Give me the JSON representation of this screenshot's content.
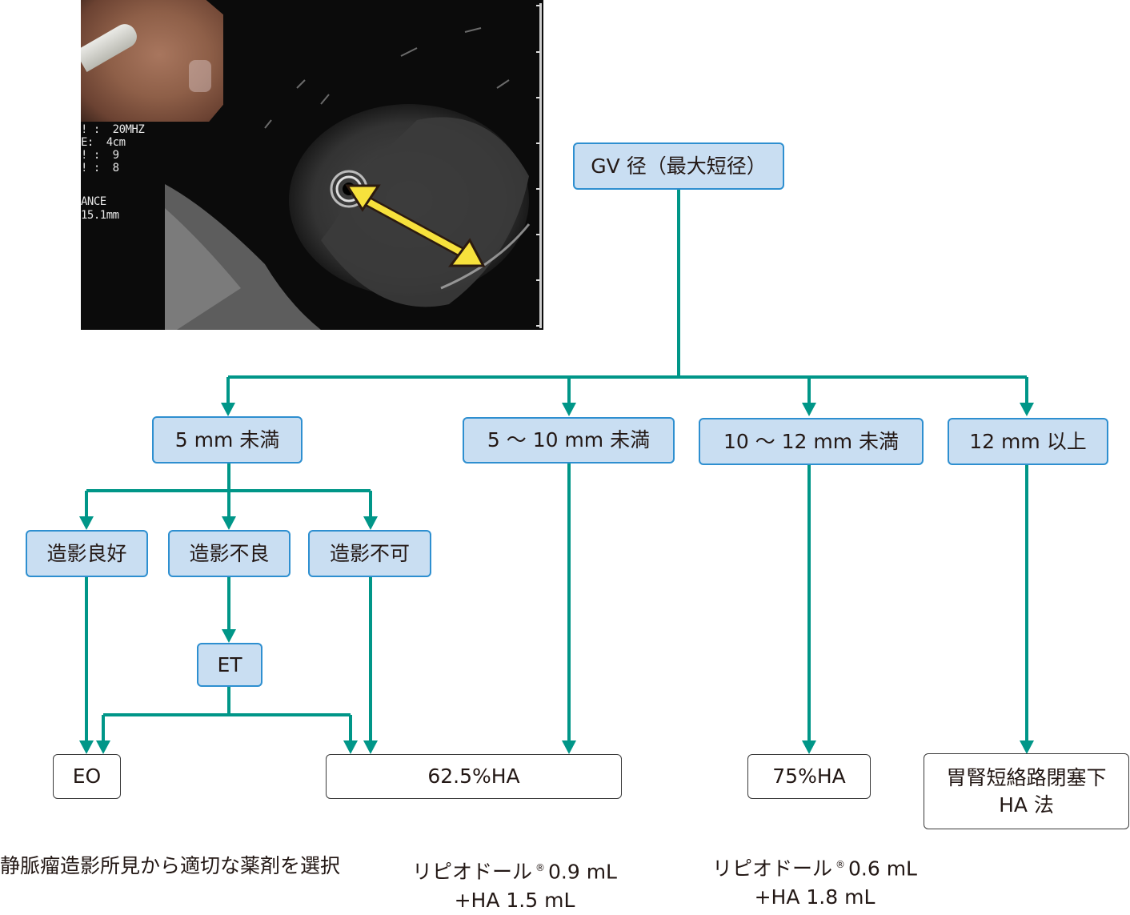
{
  "ultrasound_image": {
    "overlay_lines": [
      "! :  20MHZ",
      "E:  4cm",
      "! :  9",
      "! :  8"
    ],
    "distance_label": "ANCE",
    "distance_value": "15.1mm",
    "arrow_color": "#f7e13c"
  },
  "flowchart": {
    "root": "GV 径（最大短径）",
    "categories": [
      {
        "label": "5 mm 未満"
      },
      {
        "label": "5 ～ 10 mm 未満"
      },
      {
        "label": "10 ～ 12 mm 未満"
      },
      {
        "label": "12 mm 以上"
      }
    ],
    "sub_categories": [
      {
        "label": "造影良好"
      },
      {
        "label": "造影不良"
      },
      {
        "label": "造影不可"
      }
    ],
    "intermediate": "ET",
    "outcomes": {
      "eo": "EO",
      "ha625": "62.5%HA",
      "ha75": "75%HA",
      "bro_line1": "胃腎短絡路閉塞下",
      "bro_line2": "HA 法"
    },
    "notes": {
      "left": "静脈瘤造影所見から適切な薬剤を選択",
      "mid_line1_a": "リピオドール",
      "mid_line1_b": "0.9 mL",
      "mid_line2": "+HA 1.5 mL",
      "right_line1_a": "リピオドール",
      "right_line1_b": "0.6 mL",
      "right_line2": "+HA 1.8 mL",
      "registered": "®"
    },
    "colors": {
      "connector": "#009688",
      "box_fill": "#c9def2",
      "box_border": "#2e8fd0"
    }
  }
}
